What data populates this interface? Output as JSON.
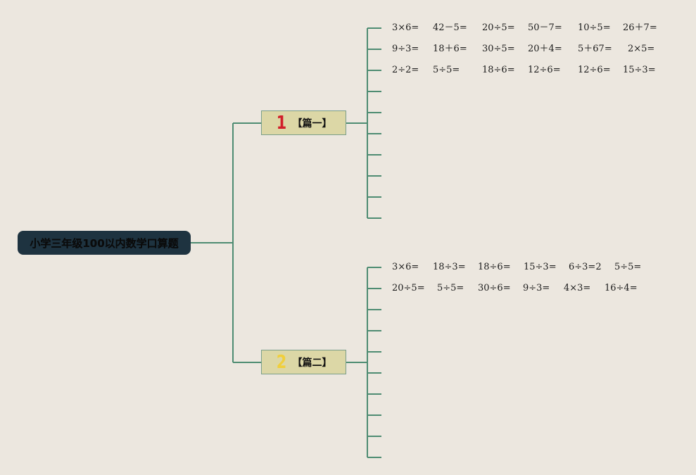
{
  "root": {
    "title": "小学三年级100以内数学口算题"
  },
  "colors": {
    "background": "#ece7df",
    "line": "#4e8c72",
    "root_bg": "#1e3340",
    "branch_bg": "#dcd7a6",
    "branch_border": "#7a9e8a",
    "num1": "#d11f2a",
    "num2": "#f0cf3c"
  },
  "branches": [
    {
      "number": "1",
      "label": "【篇一】",
      "rows": [
        [
          "3×6=",
          "42－5=",
          "20÷5=",
          "50－7=",
          "10÷5=",
          "26＋7="
        ],
        [
          "9÷3=",
          "18＋6=",
          "30÷5=",
          "20＋4=",
          "5＋67=",
          "2×5="
        ],
        [
          "2÷2=",
          "5÷5=",
          "18÷6=",
          "12÷6=",
          "12÷6=",
          "15÷3="
        ],
        [],
        [],
        [],
        [],
        [],
        [],
        []
      ]
    },
    {
      "number": "2",
      "label": "【篇二】",
      "rows": [
        [
          "3×6=",
          "18÷3=",
          "18÷6=",
          "15÷3=",
          "6÷3=2",
          "5÷5="
        ],
        [
          "20÷5=",
          "5÷5=",
          "30÷6=",
          "9÷3=",
          "4×3=",
          "16÷4="
        ],
        [],
        [],
        [],
        [],
        [],
        [],
        [],
        []
      ]
    }
  ]
}
